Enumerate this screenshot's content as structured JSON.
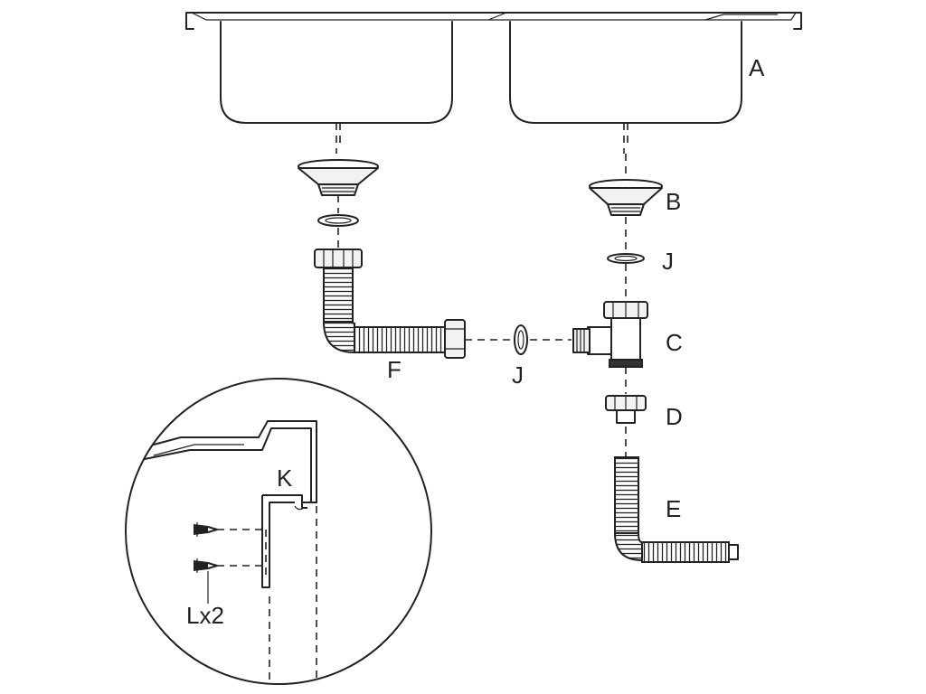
{
  "labels": {
    "a": "A",
    "b": "B",
    "j_upper": "J",
    "c": "C",
    "d": "D",
    "e": "E",
    "f": "F",
    "j_lower": "J",
    "k": "K",
    "l": "Lx2"
  },
  "colors": {
    "stroke": "#222222",
    "background": "#ffffff",
    "part_fill": "#f2f2f2"
  }
}
